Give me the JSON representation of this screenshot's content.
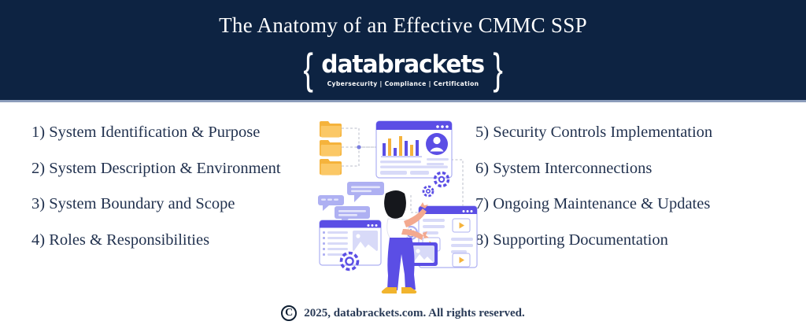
{
  "header": {
    "title": "The Anatomy of an Effective CMMC SSP",
    "background_color": "#0d2342",
    "logo": {
      "brace_left": "{",
      "brace_right": "}",
      "word": "databrackets",
      "tagline": "Cybersecurity | Compliance | Certification"
    }
  },
  "content": {
    "left_column": [
      "1) System Identification & Purpose",
      "2) System Description & Environment",
      "3) System Boundary and Scope",
      "4) Roles & Responsibilities"
    ],
    "right_column": [
      "5) Security Controls Implementation",
      "6) System Interconnections",
      "7) Ongoing Maintenance & Updates",
      "8) Supporting Documentation"
    ],
    "text_color": "#22324f"
  },
  "illustration": {
    "alt": "person-with-dashboards-illustration",
    "colors": {
      "purple": "#5b4ee5",
      "light_purple": "#aeb0f2",
      "pale_purple": "#d8daf8",
      "orange": "#f5b33c",
      "skin": "#f3a98f",
      "hair": "#15171c",
      "shoe": "#f1b42e"
    },
    "elements": [
      "folder-icon",
      "folder-icon",
      "folder-icon",
      "dashboard-window",
      "bar-chart",
      "avatar",
      "gear-icon",
      "gear-icon",
      "speech-bubble",
      "speech-bubble",
      "speech-bubble",
      "list-window",
      "image-thumbnail",
      "target-icon",
      "power-icon",
      "media-window",
      "play-button",
      "play-button",
      "play-button",
      "person-figure"
    ]
  },
  "footer": {
    "copyright_symbol": "C",
    "text": "2025, databrackets.com. All rights reserved."
  }
}
